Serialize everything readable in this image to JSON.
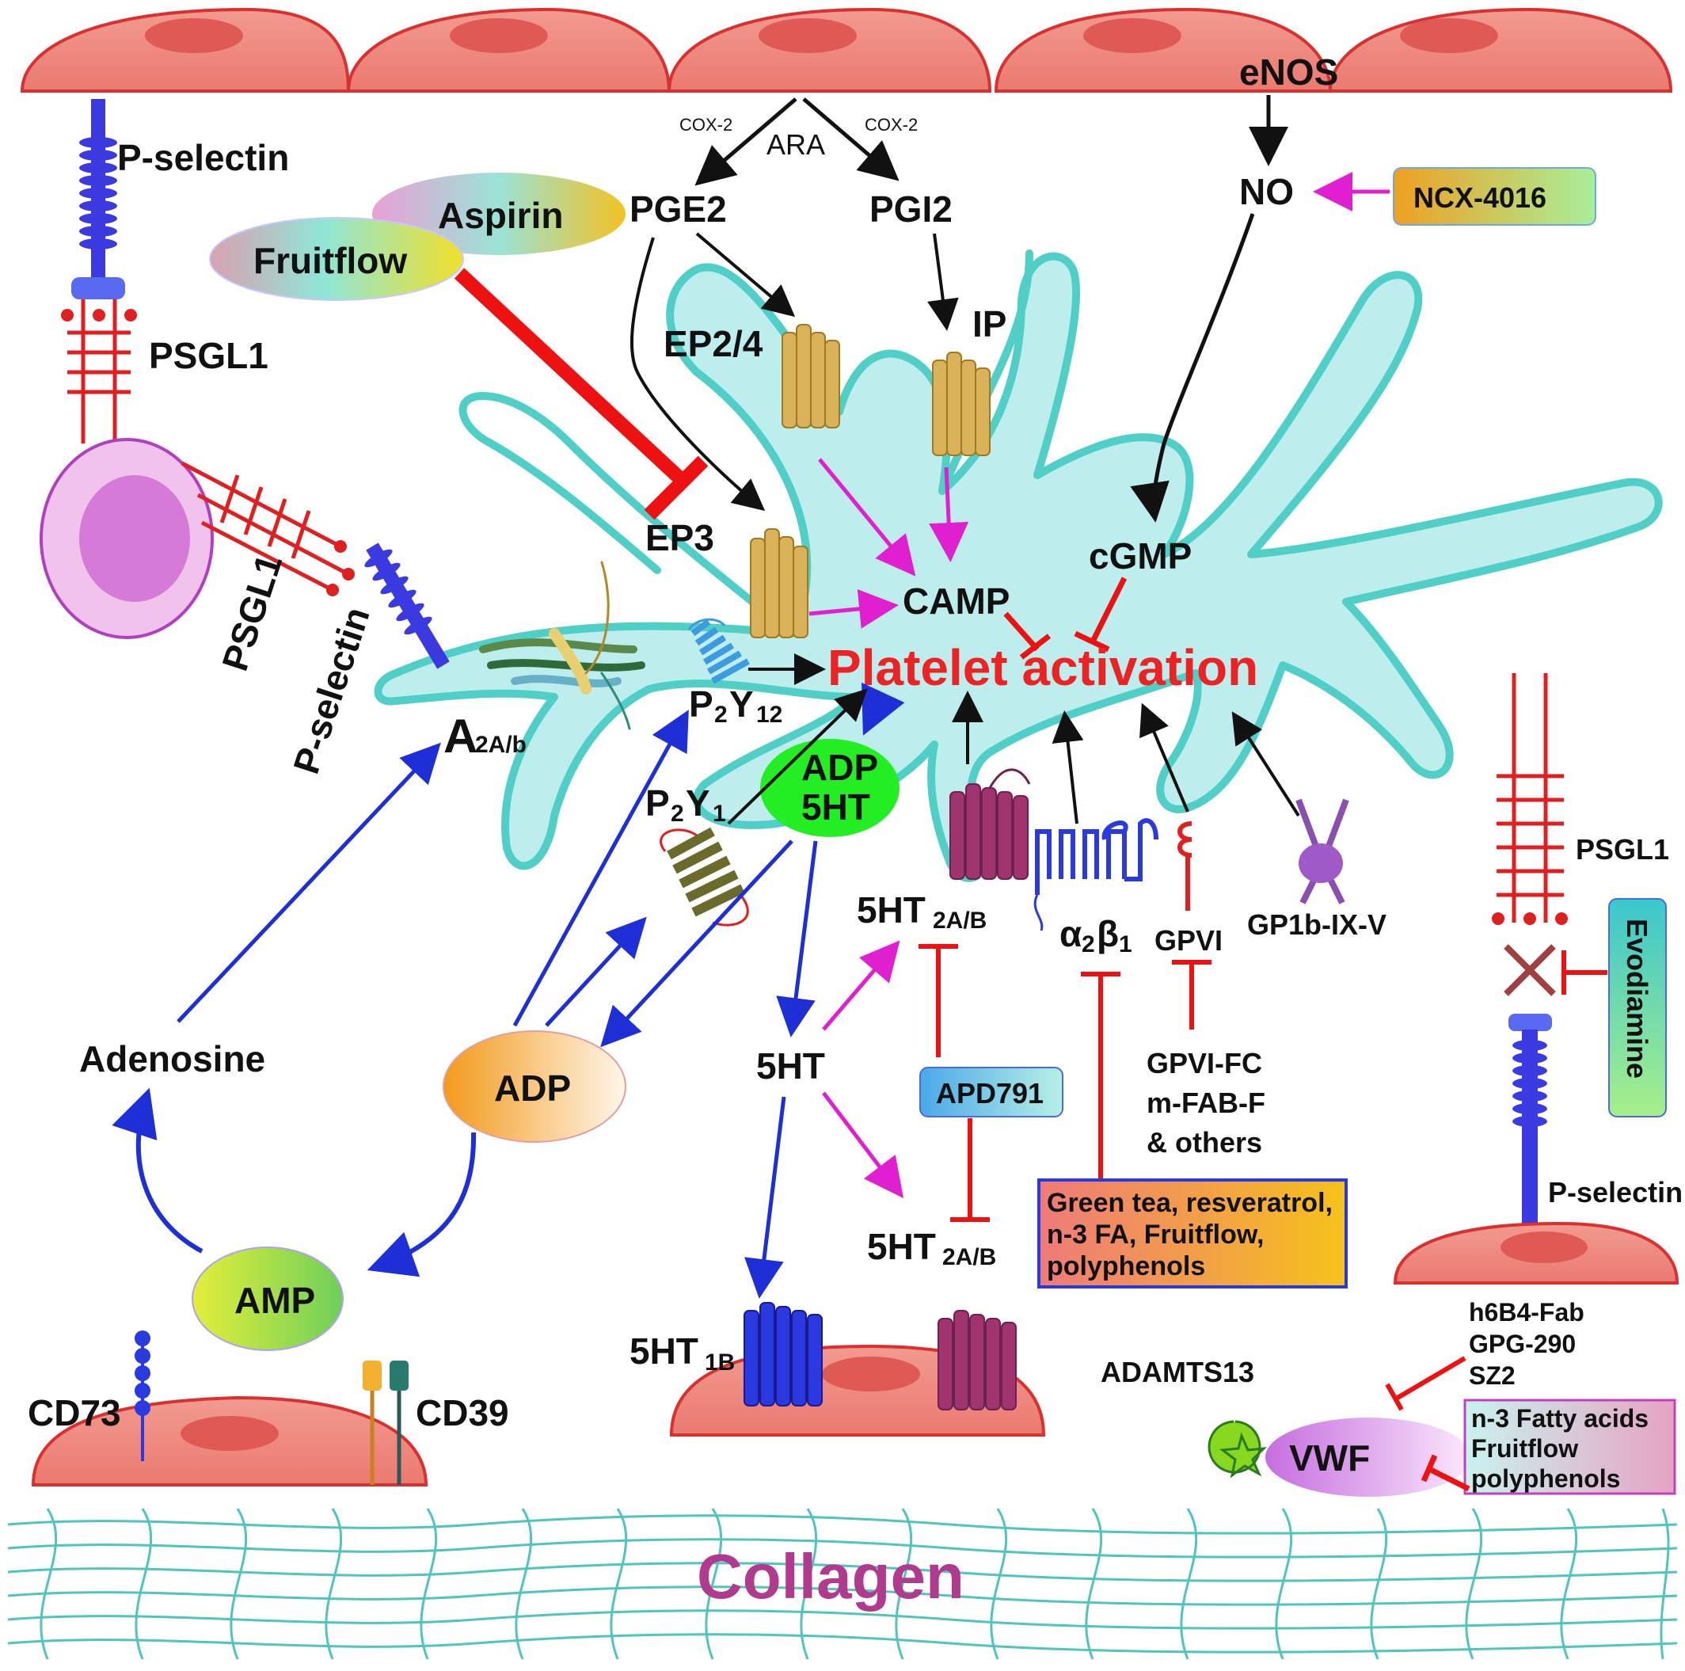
{
  "colors": {
    "endothelial_fill": "#ef8a80",
    "endothelial_stroke": "#d93030",
    "platelet_fill": "#bdeeed",
    "platelet_stroke": "#4fcfc6",
    "activate_arrow": "#111111",
    "cascade_arrow": "#1f2fd8",
    "camp_arrow": "#e020d0",
    "inhibit": "#ee1111",
    "collagen": "#4fc5bc",
    "receptor_gold": "#d9b25a",
    "receptor_purple": "#a0346f",
    "selectin_blue": "#3a3ae0"
  },
  "labels": {
    "p_selectin_top": "P-selectin",
    "psgl1_top": "PSGL1",
    "psgl1_rot": "PSGL1",
    "p_selectin_rot": "P-selectin",
    "aspirin": "Aspirin",
    "fruitflow": "Fruitflow",
    "cox2_left": "COX-2",
    "cox2_right": "COX-2",
    "ara": "ARA",
    "pge2": "PGE2",
    "pgi2": "PGI2",
    "enos": "eNOS",
    "no": "NO",
    "ncx": "NCX-4016",
    "ep24": "EP2/4",
    "ip": "IP",
    "ep3": "EP3",
    "camp": "CAMP",
    "cgmp": "cGMP",
    "platelet_activation": "Platelet activation",
    "a2a_main": "A",
    "a2a_sub": "2A/b",
    "p2y12_a": "P",
    "p2y12_b": "2",
    "p2y12_c": "Y",
    "p2y12_d": "12",
    "p2y1_a": "P",
    "p2y1_b": "2",
    "p2y1_c": "Y",
    "p2y1_d": "1",
    "adp5ht_1": "ADP",
    "adp5ht_2": "5HT",
    "ht2ab_upper_main": "5HT",
    "ht2ab_upper_sub": "2A/B",
    "a2b1_main": "α",
    "a2b1_sub1": "2",
    "a2b1_beta": "β",
    "a2b1_sub2": "1",
    "gpvi": "GPVI",
    "gp1b": "GP1b-IX-V",
    "psgl1_right": "PSGL1",
    "evodiamine": "Evodiamine",
    "adenosine": "Adenosine",
    "adp": "ADP",
    "ht5": "5HT",
    "apd791": "APD791",
    "gpvi_fc": "GPVI-FC",
    "m_fab": "m-FAB-F",
    "others": "& others",
    "green_tea_1": "Green tea, resveratrol,",
    "green_tea_2": "n-3 FA, Fruitflow,",
    "green_tea_3": "polyphenols",
    "ht2ab_lower_main": "5HT",
    "ht2ab_lower_sub": "2A/B",
    "p_selectin_right": "P-selectin",
    "amp": "AMP",
    "ht1b_main": "5HT",
    "ht1b_sub": "1B",
    "h6b4": "h6B4-Fab",
    "gpg": "GPG-290",
    "sz2": "SZ2",
    "adamts13": "ADAMTS13",
    "vwf": "VWF",
    "n3_1": "n-3 Fatty acids",
    "n3_2": "Fruitflow",
    "n3_3": "polyphenols",
    "cd73": "CD73",
    "cd39": "CD39",
    "collagen": "Collagen"
  }
}
